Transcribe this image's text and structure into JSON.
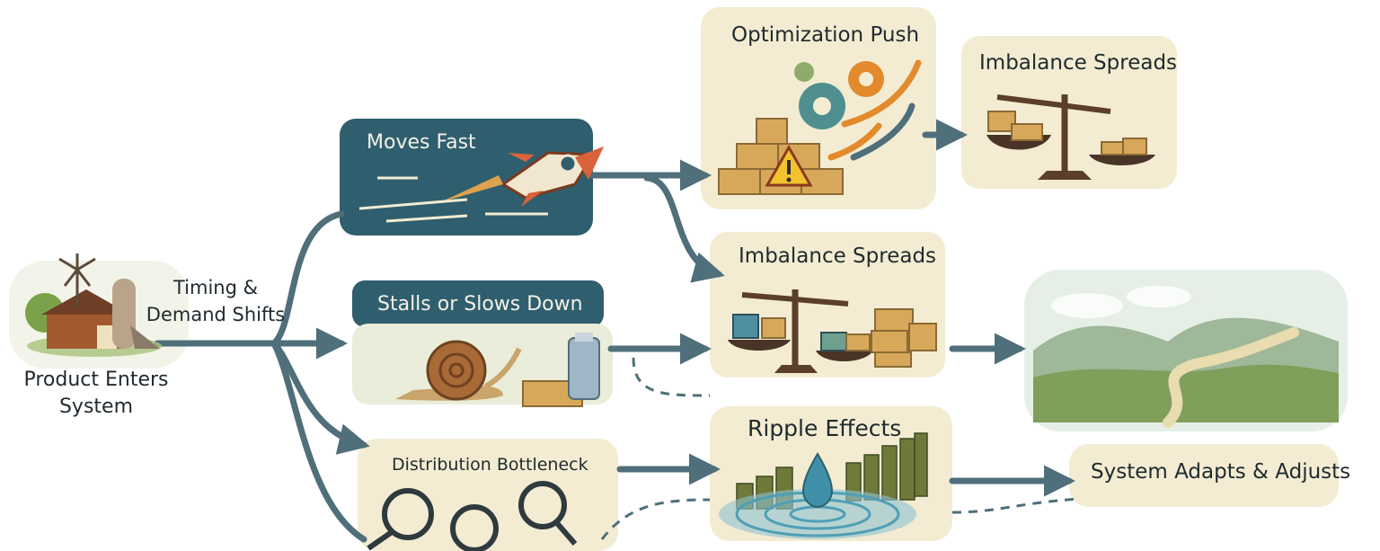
{
  "source": {
    "label": "Product Enters\nSystem",
    "line1": "Product Enters",
    "line2": "System"
  },
  "shift_label": {
    "line1": "Timing &",
    "line2": "Demand Shifts"
  },
  "branches": {
    "moves_fast": "Moves Fast",
    "stalls": "Stalls or Slows Down",
    "bottleneck": "Distribution Bottleneck"
  },
  "effects": {
    "optimization": "Optimization Push",
    "imbalance_top": "Imbalance Spreads",
    "imbalance_mid": "Imbalance Spreads",
    "ripple": "Ripple Effects",
    "adapts": "System Adapts & Adjusts"
  },
  "colors": {
    "teal_dark": "#2f5e6e",
    "arrow": "#4f6f7a",
    "parchment": "#f3ecd2",
    "box": "#d8a85a",
    "rocket": "#d9623a",
    "snail": "#a86a36",
    "gear_teal": "#4f8f8f",
    "gear_orange": "#e38a2c",
    "water": "#4f9fb5",
    "land_green": "#7f9f5a"
  },
  "icons": [
    "farm-icon",
    "windmill-icon",
    "rocket-icon",
    "snail-icon",
    "bottle-icon",
    "gear-icon",
    "warning-icon",
    "scale-icon",
    "magnifier-icon",
    "water-drop-icon",
    "landscape-icon"
  ]
}
